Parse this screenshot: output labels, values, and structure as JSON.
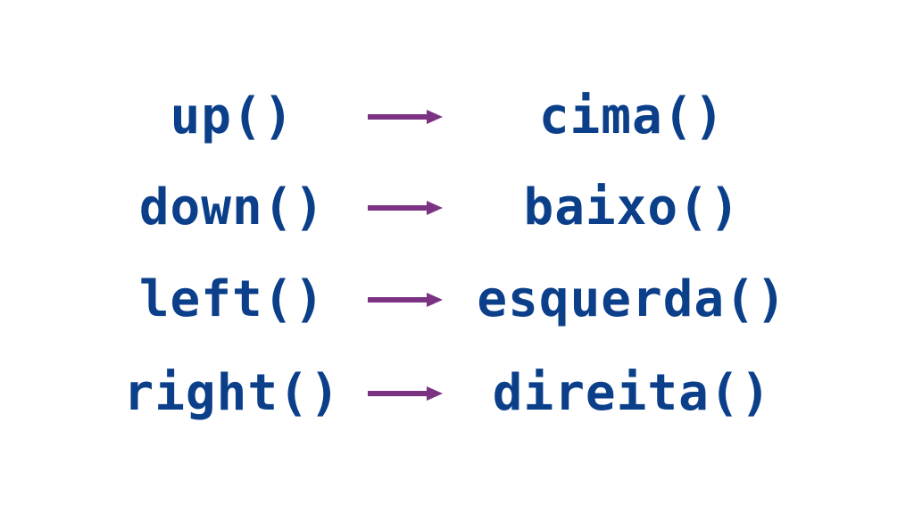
{
  "colors": {
    "text": "#0b3f8a",
    "arrow": "#7b3283",
    "background": "#ffffff"
  },
  "mappings": [
    {
      "from": "up()",
      "to": "cima()"
    },
    {
      "from": "down()",
      "to": "baixo()"
    },
    {
      "from": "left()",
      "to": "esquerda()"
    },
    {
      "from": "right()",
      "to": "direita()"
    }
  ]
}
